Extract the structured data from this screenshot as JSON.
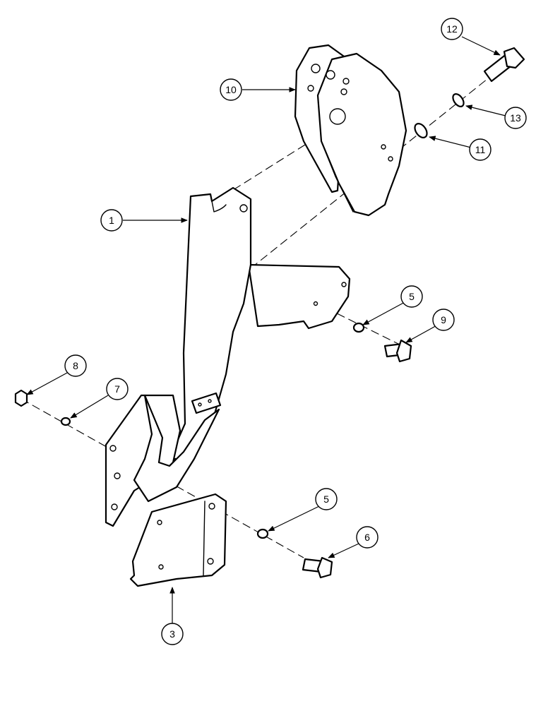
{
  "callouts": [
    {
      "id": "callout-1",
      "label": "1"
    },
    {
      "id": "callout-3",
      "label": "3"
    },
    {
      "id": "callout-5a",
      "label": "5"
    },
    {
      "id": "callout-5b",
      "label": "5"
    },
    {
      "id": "callout-6",
      "label": "6"
    },
    {
      "id": "callout-7",
      "label": "7"
    },
    {
      "id": "callout-8",
      "label": "8"
    },
    {
      "id": "callout-9",
      "label": "9"
    },
    {
      "id": "callout-10",
      "label": "10"
    },
    {
      "id": "callout-11",
      "label": "11"
    },
    {
      "id": "callout-12",
      "label": "12"
    },
    {
      "id": "callout-13",
      "label": "13"
    }
  ]
}
